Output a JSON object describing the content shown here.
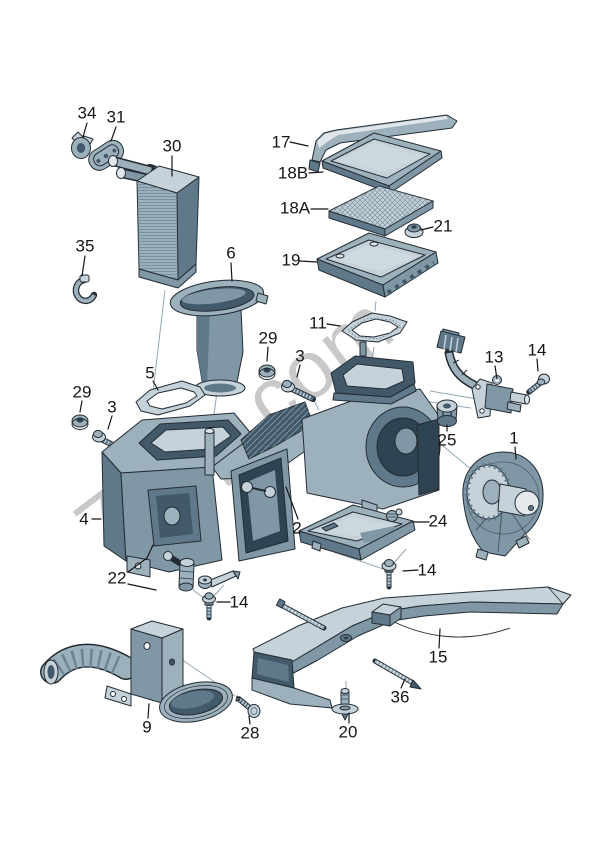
{
  "watermark": "7zap.com",
  "palette": {
    "background": "#ffffff",
    "outline": "#232c34",
    "part_light": "#e0e6ea",
    "part_mid": "#9db1bd",
    "part_dark": "#42596a",
    "watermark_gray": "#c9c9c9",
    "label_color": "#151515"
  },
  "callouts": [
    {
      "label": "34"
    },
    {
      "label": "31"
    },
    {
      "label": "30"
    },
    {
      "label": "35"
    },
    {
      "label": "6"
    },
    {
      "label": "17"
    },
    {
      "label": "18B"
    },
    {
      "label": "18A"
    },
    {
      "label": "21"
    },
    {
      "label": "19"
    },
    {
      "label": "11"
    },
    {
      "label": "29"
    },
    {
      "label": "3"
    },
    {
      "label": "13"
    },
    {
      "label": "14"
    },
    {
      "label": "29"
    },
    {
      "label": "3"
    },
    {
      "label": "5"
    },
    {
      "label": "25"
    },
    {
      "label": "1"
    },
    {
      "label": "4"
    },
    {
      "label": "2"
    },
    {
      "label": "24"
    },
    {
      "label": "14"
    },
    {
      "label": "22"
    },
    {
      "label": "14"
    },
    {
      "label": "15"
    },
    {
      "label": "36"
    },
    {
      "label": "9"
    },
    {
      "label": "28"
    },
    {
      "label": "20"
    }
  ]
}
